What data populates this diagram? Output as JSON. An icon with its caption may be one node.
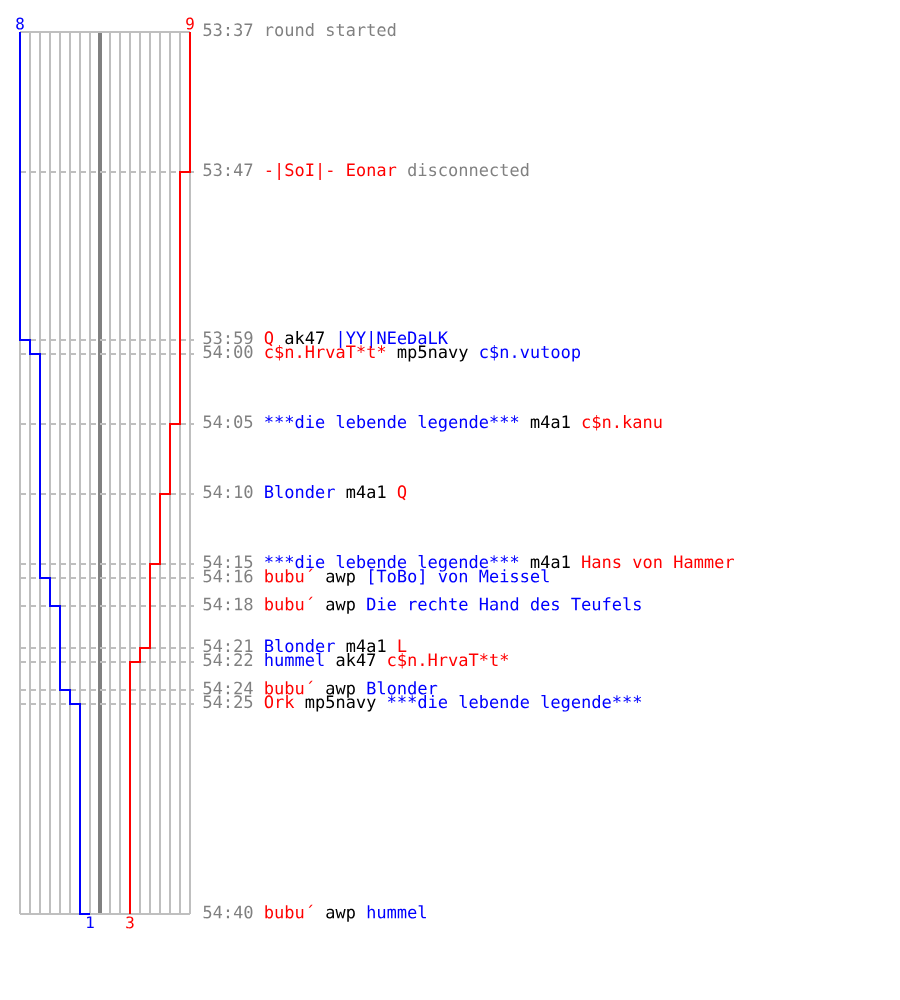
{
  "diagram": {
    "labels": [
      "8",
      "9",
      "53:37",
      "round started",
      "53:47",
      "-|SoI|- Eonar",
      "disconnected",
      "53:59",
      "Q",
      "ak47",
      "|YY|NEeDaLK",
      "54:00",
      "c$n.HrvaT*t*",
      "mp5navy",
      "c$n.vutoop",
      "54:05",
      "***",
      "die lebende legende",
      "***",
      "m4a1",
      "c$n.kanu",
      "54:10",
      "Blonder",
      "m4a1",
      "Q",
      "54:15",
      "***",
      "die lebende legende",
      "***",
      "m4a1",
      "Hans von Hammer",
      "54:16",
      "bubu´",
      "awp",
      "[ToBo] von Meissel",
      "54:18",
      "bubu´",
      "awp",
      "Die rechte Hand des Teufels",
      "54:21",
      "Blonder",
      "m4a1",
      "L",
      "54:22",
      "hummel",
      "ak47",
      "c$n.HrvaT*t*",
      "54:24",
      "bubu´",
      "awp",
      "Blonder",
      "54:25",
      "Ork",
      "mp5navy",
      "***",
      "die lebende legende",
      "***",
      "54:40",
      "bubu´",
      "awp",
      "hummel",
      "1",
      "3"
    ]
  }
}
